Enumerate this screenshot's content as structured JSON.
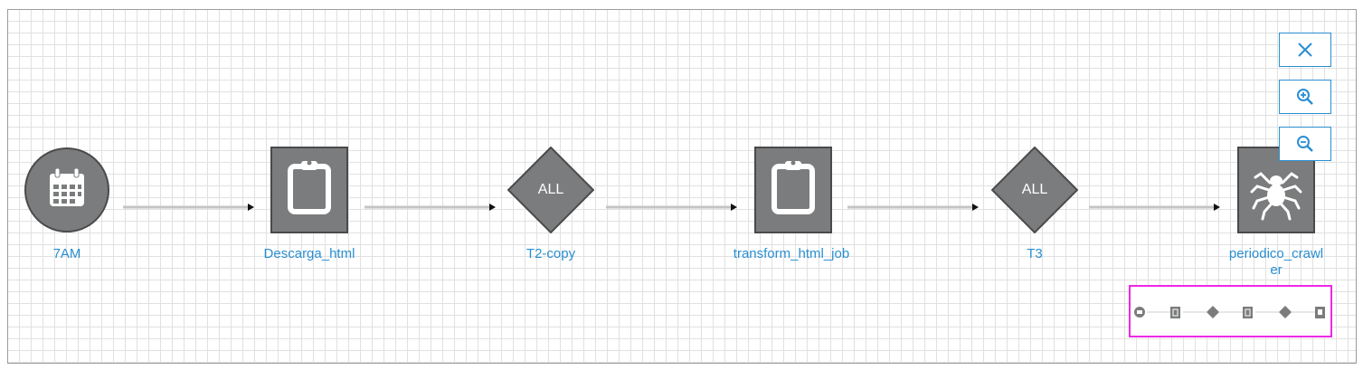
{
  "workflow": {
    "nodes": [
      {
        "id": "n1",
        "type": "schedule",
        "label": "7AM",
        "icon": "calendar-icon"
      },
      {
        "id": "n2",
        "type": "job",
        "label": "Descarga_html",
        "icon": "clipboard-icon"
      },
      {
        "id": "n3",
        "type": "gate",
        "label": "T2-copy",
        "gate_text": "ALL"
      },
      {
        "id": "n4",
        "type": "job",
        "label": "transform_html_job",
        "icon": "clipboard-icon"
      },
      {
        "id": "n5",
        "type": "gate",
        "label": "T3",
        "gate_text": "ALL"
      },
      {
        "id": "n6",
        "type": "job",
        "label": "periodico_crawler",
        "icon": "spider-icon"
      }
    ],
    "edges": [
      [
        "n1",
        "n2"
      ],
      [
        "n2",
        "n3"
      ],
      [
        "n3",
        "n4"
      ],
      [
        "n4",
        "n5"
      ],
      [
        "n5",
        "n6"
      ]
    ]
  },
  "controls": {
    "close": {
      "icon": "close-icon"
    },
    "zoom_in": {
      "icon": "zoom-in-icon"
    },
    "zoom_out": {
      "icon": "zoom-out-icon"
    }
  },
  "colors": {
    "node_fill": "#7b7c7d",
    "node_stroke": "#4a4a4a",
    "label": "#2a8fd1",
    "edge": "#c4c4c4",
    "control_border": "#2a8fd1",
    "minimap_border": "#ec29e6"
  }
}
